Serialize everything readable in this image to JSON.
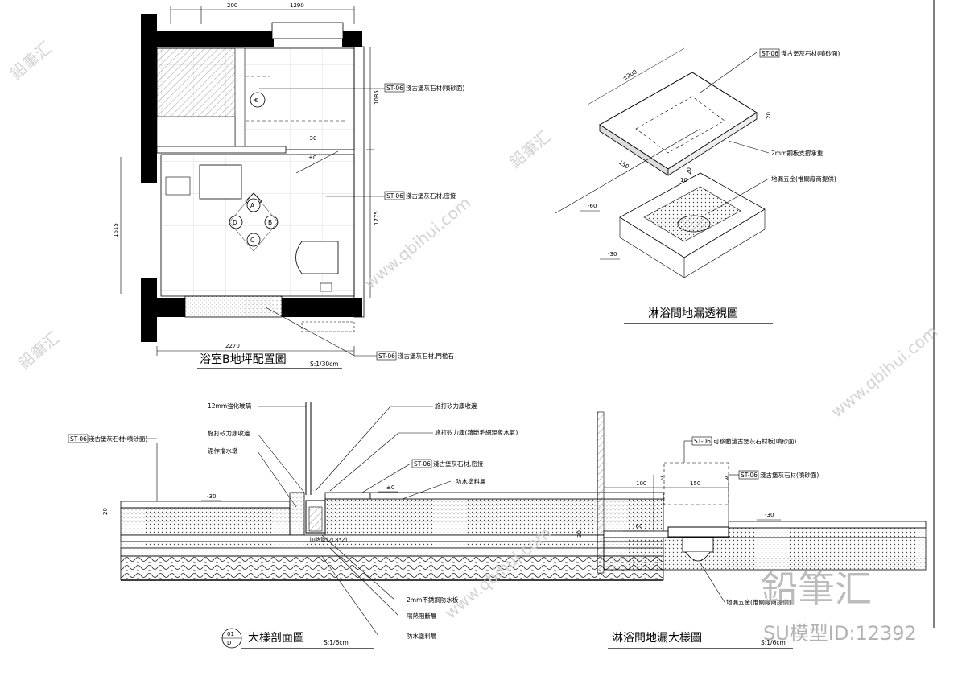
{
  "titles": {
    "plan": "浴室B地坪配置圖",
    "plan_scale": "S:1/30cm",
    "drain_persp": "淋浴間地漏透視圖",
    "section": "大樣剖面圖",
    "section_scale": "S:1/6cm",
    "section_tag_top": "01",
    "section_tag_bottom": "DT",
    "drain_detail": "淋浴間地漏大樣圖",
    "drain_detail_scale": "S:1/6cm"
  },
  "plan": {
    "dim_top_a": "200",
    "dim_top_b": "1290",
    "dim_right_a": "1085",
    "dim_right_b": "1775",
    "dim_left": "1615",
    "dim_bottom": "2270",
    "level_a": "-30",
    "level_b": "±0",
    "doors": [
      "A",
      "B",
      "C",
      "D"
    ],
    "tags": [
      {
        "code": "ST-06",
        "text": "淺古堡灰石材(噴砂面)"
      },
      {
        "code": "ST-06",
        "text": "淺古堡灰石材,密接"
      },
      {
        "code": "ST-06",
        "text": "淺古堡灰石材,門檻石"
      }
    ]
  },
  "drain_persp": {
    "dim_top": "±200",
    "dim_side": "150",
    "dim_h1": "20",
    "dim_h2": "20",
    "dim_h3": "10",
    "level_a": "-60",
    "level_b": "-30",
    "tags": [
      {
        "code": "ST-06",
        "text": "淺古堡灰石材(噴砂面)"
      },
      {
        "code": "",
        "text": "2mm鋼板支撐承重"
      },
      {
        "code": "",
        "text": "地漏五金(惟關廠商提供)"
      }
    ]
  },
  "section": {
    "labels": [
      "12mm強化玻璃",
      "施打矽力康收邊",
      "泥作擋水墩",
      "施打矽力康收邊",
      "施打矽力康(藉斷毛細現象水氣)",
      "防水塗料層",
      "2mm不銹鋼防水板",
      "隔熱阻斷層",
      "防水塗料層"
    ],
    "tag_left": {
      "code": "ST-06",
      "text": "淺古堡灰石材(噴砂面)"
    },
    "tag_right": {
      "code": "ST-06",
      "text": "淺古堡灰石材,密接"
    },
    "level_left": "-30",
    "level_right": "±0",
    "dim_height": "20",
    "heat_label": "加熱管(2L8*2)"
  },
  "drain_detail": {
    "tags": [
      {
        "code": "ST-06",
        "text": "可移動淺古堡灰石材板(噴砂面)"
      },
      {
        "code": "ST-06",
        "text": "淺古堡灰石材(噴砂面)"
      }
    ],
    "dim_a": "100",
    "dim_b": "2",
    "dim_c": "150",
    "dim_d": "3",
    "dim_left": "30",
    "level_a": "-60",
    "level_b": "-30",
    "drain_label": "地漏五金(惟關廠商提供)"
  },
  "watermark": {
    "brand": "鉛筆汇",
    "url": "www.qbihui.com",
    "id_text": "SU模型ID:12392"
  }
}
